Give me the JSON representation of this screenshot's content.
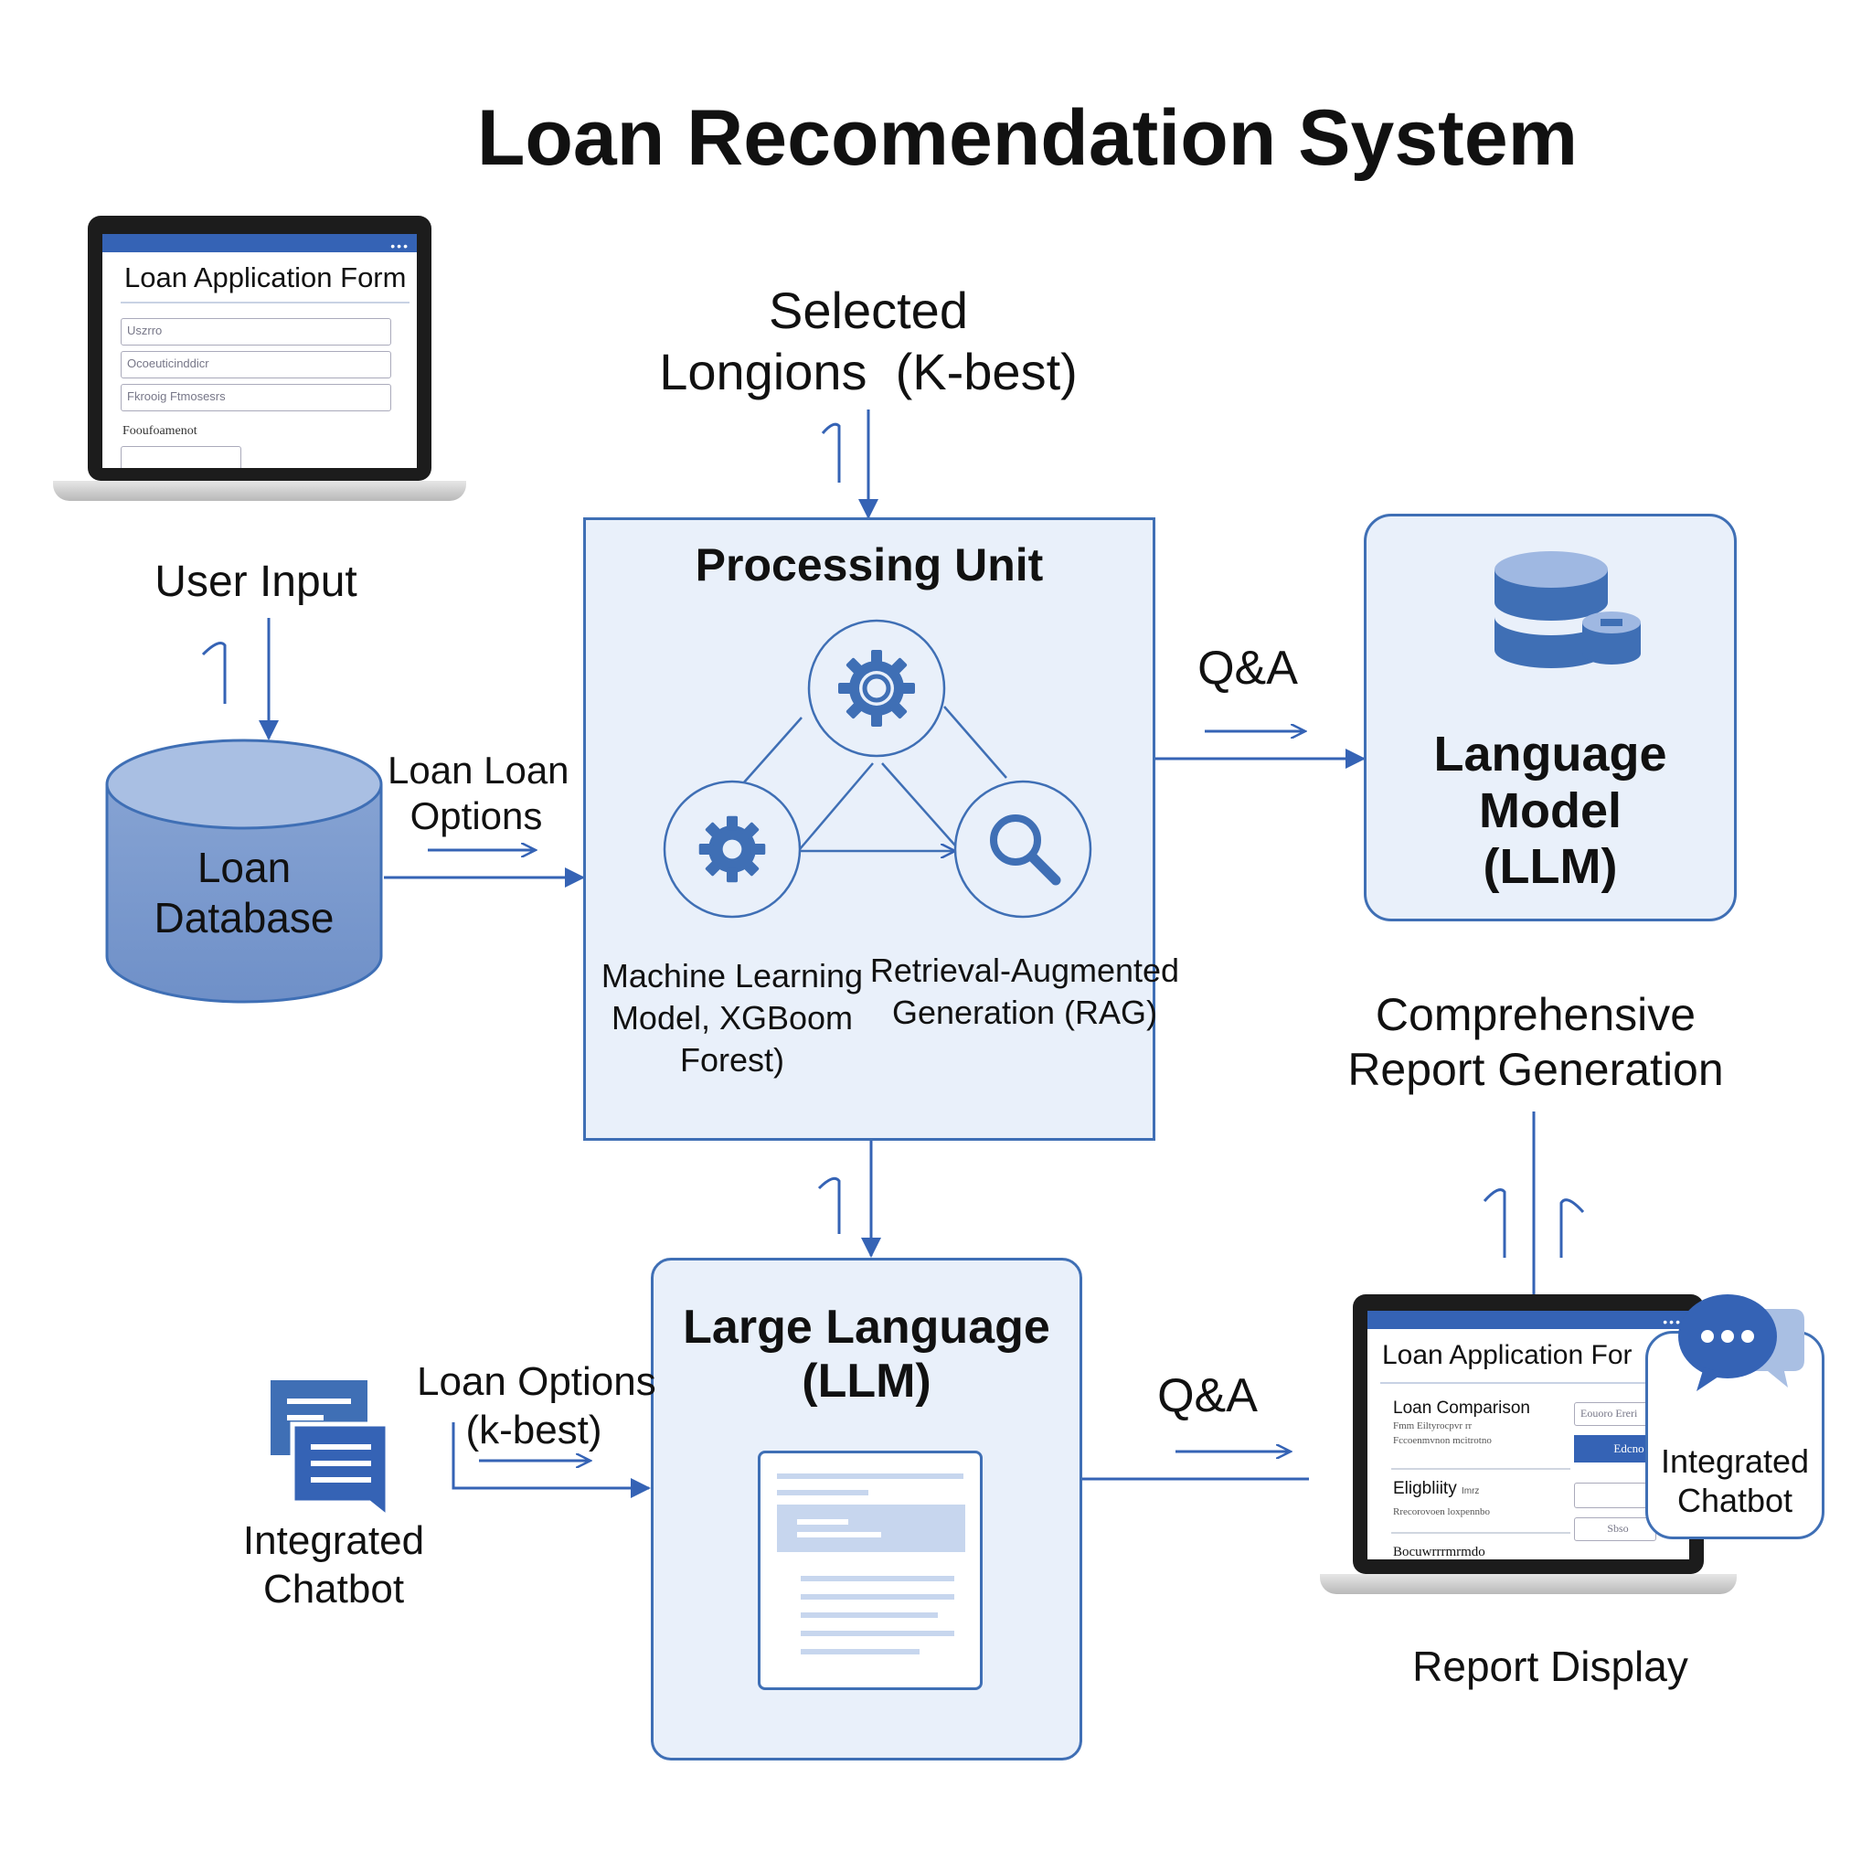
{
  "title": "Loan Recomendation System",
  "labels": {
    "selected_longions": "Selected\nLongions  (K-best)",
    "user_input": "User Input",
    "loan_loan_options": "Loan Loan\nOptions",
    "qa_top": "Q&A",
    "qa_bottom": "Q&A",
    "comprehensive_report": "Comprehensive\nReport Generation",
    "loan_options_kbest": "Loan Options\n(k-best)",
    "integrated_chatbot_left": "Integrated\nChatbot",
    "report_display": "Report Display"
  },
  "loan_database": {
    "label": "Loan\nDatabase"
  },
  "processing_unit": {
    "title": "Processing Unit",
    "ml_label": "Machine Learning\nModel, XGBoom\nForest)",
    "rag_label": "Retrieval-Augmented\nGeneration (RAG)"
  },
  "language_model": {
    "title": "Language\nModel\n(LLM)"
  },
  "large_language": {
    "title": "Large Language\n(LLM)"
  },
  "laptop_form": {
    "title": "Loan Application Form",
    "fields": [
      "Uszrro",
      "Ocoeuticinddicr",
      "Fkrooig Ftmosesrs"
    ],
    "section": "Fooufoamenot"
  },
  "laptop_report": {
    "title": "Loan Application For",
    "section1": "Loan Comparison",
    "section1_sub1": "Fmm Eiltyrocpvr rr",
    "section1_sub2": "Fccoenmvnon mcitrotno",
    "field1": "Eouoro Ereri",
    "button1": "Edcno",
    "section2": "Eligbliity",
    "section2_tag": "Imrz",
    "section2_sub": "Rrecorovoen loxpennbo",
    "field2": "Sbso",
    "section3": "Bocuwrrrmrmdo",
    "chatbot": "Integrated\nChatbot"
  },
  "colors": {
    "accent": "#3563b5",
    "box_fill": "#e9f0fa",
    "box_border": "#3f6fb5",
    "icon_blue": "#3f6fb5"
  }
}
